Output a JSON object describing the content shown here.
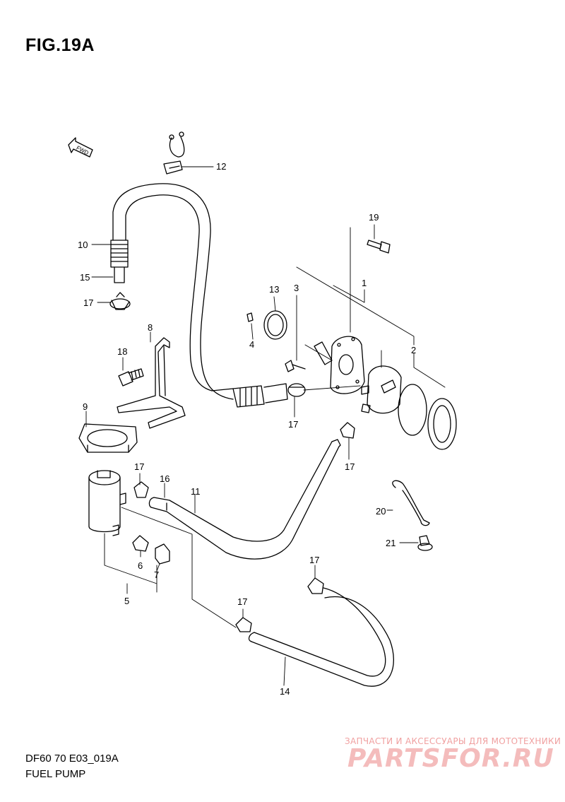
{
  "figure": {
    "title": "FIG.19A"
  },
  "footer": {
    "code": "DF60 70 E03_019A",
    "name": "FUEL PUMP"
  },
  "fwd_marker": {
    "label": "FWD"
  },
  "callouts": [
    {
      "id": "c1",
      "label": "1"
    },
    {
      "id": "c2",
      "label": "2"
    },
    {
      "id": "c3",
      "label": "3"
    },
    {
      "id": "c4",
      "label": "4"
    },
    {
      "id": "c5",
      "label": "5"
    },
    {
      "id": "c6",
      "label": "6"
    },
    {
      "id": "c7",
      "label": "7"
    },
    {
      "id": "c8",
      "label": "8"
    },
    {
      "id": "c9",
      "label": "9"
    },
    {
      "id": "c10",
      "label": "10"
    },
    {
      "id": "c11",
      "label": "11"
    },
    {
      "id": "c12",
      "label": "12"
    },
    {
      "id": "c13",
      "label": "13"
    },
    {
      "id": "c14",
      "label": "14"
    },
    {
      "id": "c15",
      "label": "15"
    },
    {
      "id": "c16",
      "label": "16"
    },
    {
      "id": "c17a",
      "label": "17"
    },
    {
      "id": "c17b",
      "label": "17"
    },
    {
      "id": "c17c",
      "label": "17"
    },
    {
      "id": "c17d",
      "label": "17"
    },
    {
      "id": "c17e",
      "label": "17"
    },
    {
      "id": "c17f",
      "label": "17"
    },
    {
      "id": "c18",
      "label": "18"
    },
    {
      "id": "c19",
      "label": "19"
    },
    {
      "id": "c20",
      "label": "20"
    },
    {
      "id": "c21",
      "label": "21"
    }
  ],
  "watermark": {
    "tagline": "ЗАПЧАСТИ И АКСЕССУАРЫ ДЛЯ МОТОТЕХНИКИ",
    "logo": "PARTSFOR.RU"
  },
  "colors": {
    "line": "#000000",
    "watermark": "#f4bcbc"
  }
}
